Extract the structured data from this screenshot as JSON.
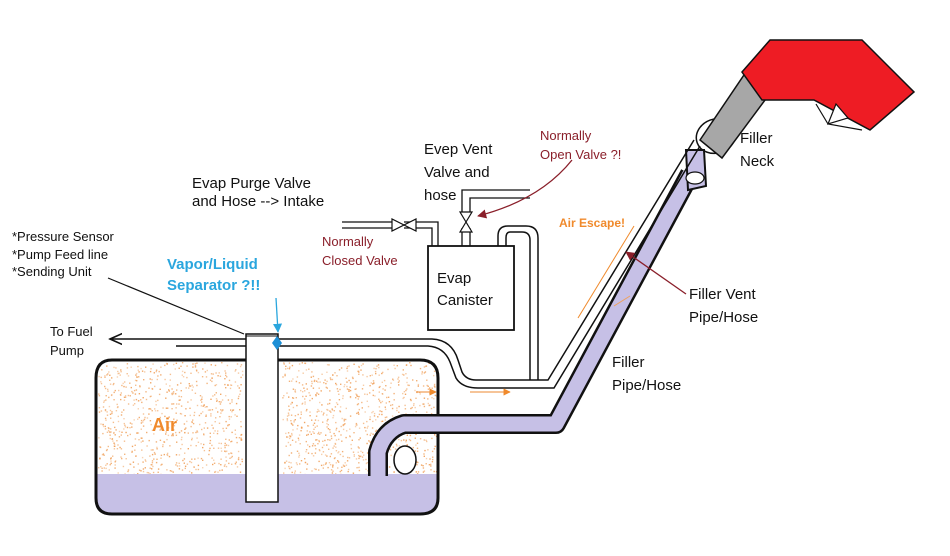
{
  "labels": {
    "purge_valve": [
      "Evap Purge Valve",
      "and Hose --> Intake"
    ],
    "normally_closed": [
      "Normally",
      "Closed Valve"
    ],
    "vent_valve": [
      "Evep Vent",
      "Valve and",
      "hose"
    ],
    "normally_open": [
      "Normally",
      "Open Valve ?!"
    ],
    "canister": [
      "Evap",
      "Canister"
    ],
    "filler_neck": [
      "Filler",
      "Neck"
    ],
    "filler_vent": [
      "Filler Vent",
      "Pipe/Hose"
    ],
    "filler_pipe": [
      "Filler",
      "Pipe/Hose"
    ],
    "air_escape": "Air Escape!",
    "air": "Air",
    "sensor_list": [
      "*Pressure Sensor",
      "*Pump Feed line",
      "*Sending Unit"
    ],
    "separator": [
      "Vapor/Liquid",
      "Separator ?!!"
    ],
    "to_pump": [
      "To Fuel",
      "Pump"
    ]
  },
  "colors": {
    "fuel": "#c6c0e6",
    "nozzle": "#ee1c24",
    "nozzle_tip": "#a7a7a7",
    "speckle": "#f0a05a",
    "separator_text": "#2aa6de",
    "separator_marker": "#1d8fd6",
    "air_text": "#f08a2c",
    "valve_text": "#8a1f2a",
    "line": "#111111"
  }
}
